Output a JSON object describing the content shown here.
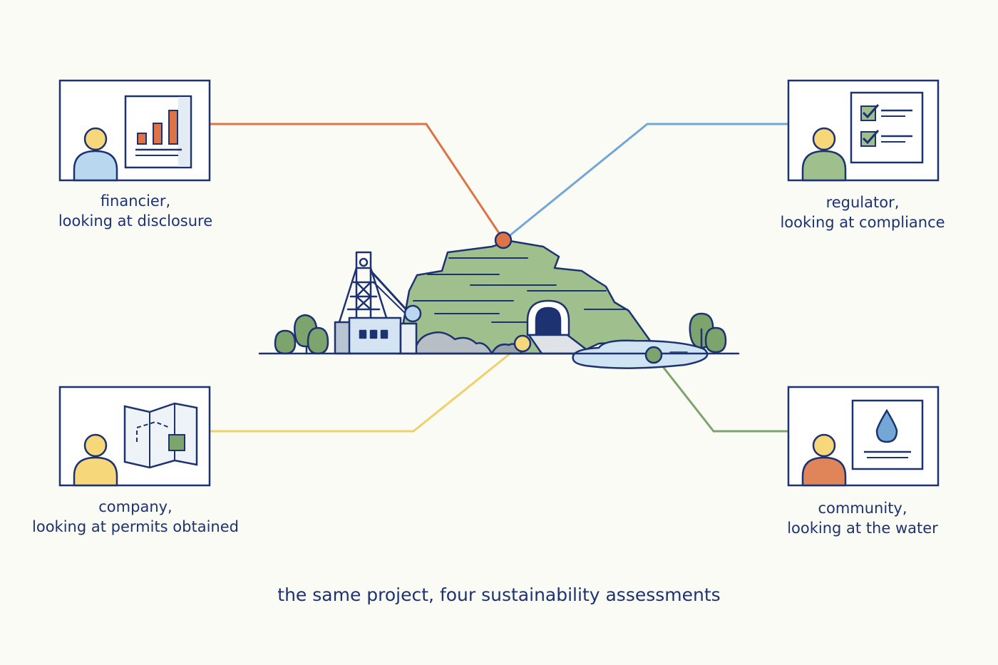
{
  "colors": {
    "background": "#fbfbf5",
    "ink": "#1d3270",
    "financier": "#dc7447",
    "regulator": "#72a7d6",
    "company": "#f0d06a",
    "community": "#7ea46d",
    "hill": "#9fc08c",
    "water": "#cfe3f3"
  },
  "stakeholders": [
    {
      "id": "financier",
      "role": "financier,",
      "focus": "looking at disclosure",
      "icon": "bar-chart-icon",
      "avatar_color": "#b9d8ef",
      "line_color": "#dc7447"
    },
    {
      "id": "regulator",
      "role": "regulator,",
      "focus": "looking at compliance",
      "icon": "checklist-icon",
      "avatar_color": "#9fc08c",
      "line_color": "#72a7d6"
    },
    {
      "id": "company",
      "role": "company,",
      "focus": "looking at permits obtained",
      "icon": "map-icon",
      "avatar_color": "#f6d77a",
      "line_color": "#f0d06a"
    },
    {
      "id": "community",
      "role": "community,",
      "focus": "looking at the water",
      "icon": "water-drop-icon",
      "avatar_color": "#e0845a",
      "line_color": "#7ea46d"
    }
  ],
  "title": "the same project, four sustainability assessments"
}
